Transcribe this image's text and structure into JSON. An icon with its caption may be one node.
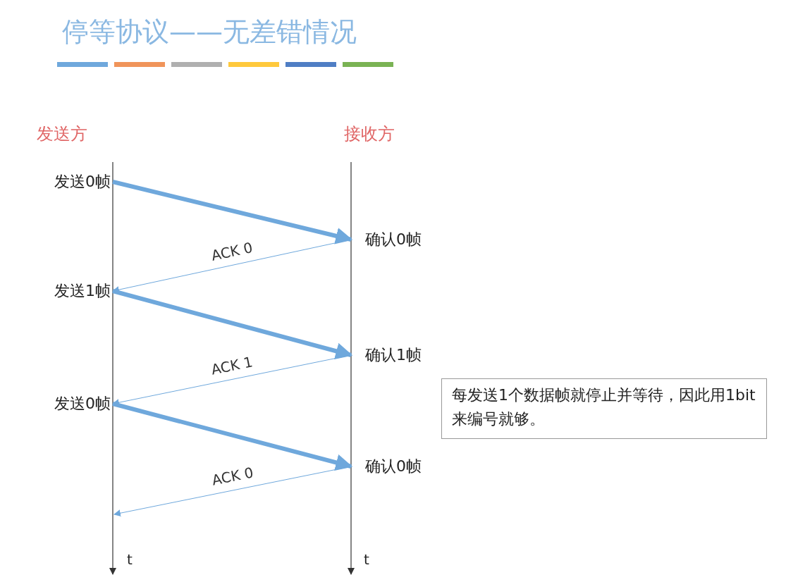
{
  "diagram": {
    "title": "停等协议——无差错情况",
    "nodes": [
      {
        "text": [
          "发送0帧"
        ]
      },
      {
        "text": [
          "确认0帧"
        ]
      },
      {
        "text": [
          "发送1帧"
        ]
      },
      {
        "text": [
          "确认1帧"
        ]
      },
      {
        "text": [
          "发送0帧"
        ]
      },
      {
        "text": [
          "确认0帧"
        ]
      },
      {
        "text": [
          "每发送1个数据帧就停止并等待，因此用1bit来编号就够。"
        ]
      }
    ],
    "edges": [
      {
        "from": 0,
        "to": 1,
        "arrow": "to",
        "style": "thick"
      },
      {
        "from": 1,
        "to": 2,
        "arrow": "to",
        "label": "ACK 0"
      },
      {
        "from": 2,
        "to": 3,
        "arrow": "to",
        "style": "thick"
      },
      {
        "from": 3,
        "to": 4,
        "arrow": "to",
        "label": "ACK 1"
      },
      {
        "from": 4,
        "to": 5,
        "arrow": "to",
        "style": "thick"
      },
      {
        "from": 5,
        "to": null,
        "arrow": "to",
        "label": "ACK 0"
      }
    ],
    "labels": [
      "发送方",
      "接收方",
      "t",
      "t"
    ]
  }
}
